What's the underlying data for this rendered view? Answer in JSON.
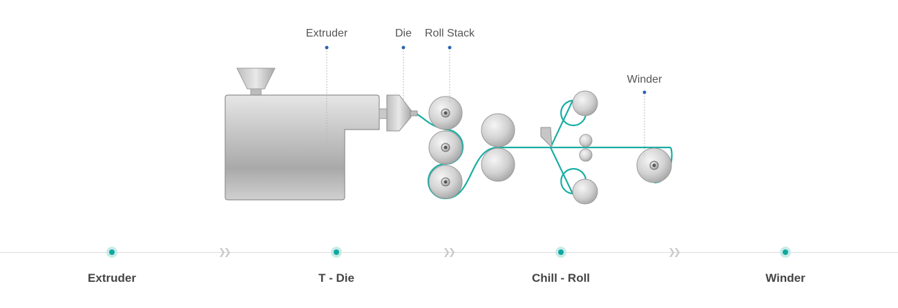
{
  "callouts": {
    "extruder": "Extruder",
    "die": "Die",
    "roll_stack": "Roll Stack",
    "winder": "Winder"
  },
  "steps": [
    {
      "label": "Extruder"
    },
    {
      "label": "T - Die"
    },
    {
      "label": "Chill - Roll"
    },
    {
      "label": "Winder"
    }
  ],
  "colors": {
    "film": "#18ada3",
    "callout_dot": "#2a64b0",
    "step_dot": "#10a89e",
    "step_halo": "#c7ebe9",
    "timeline": "#dcdcdc",
    "machine_metal": "#c8c8c8"
  },
  "icons": {
    "step_separator": "double-chevron-right-icon"
  }
}
